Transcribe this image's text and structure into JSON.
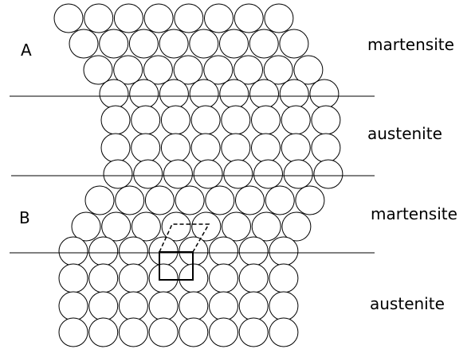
{
  "labels": {
    "A": "A",
    "B": "B",
    "region1": "martensite",
    "region2": "austenite",
    "region3": "martensite",
    "region4": "austenite"
  },
  "colors": {
    "ink": "#000000",
    "background": "#ffffff"
  }
}
